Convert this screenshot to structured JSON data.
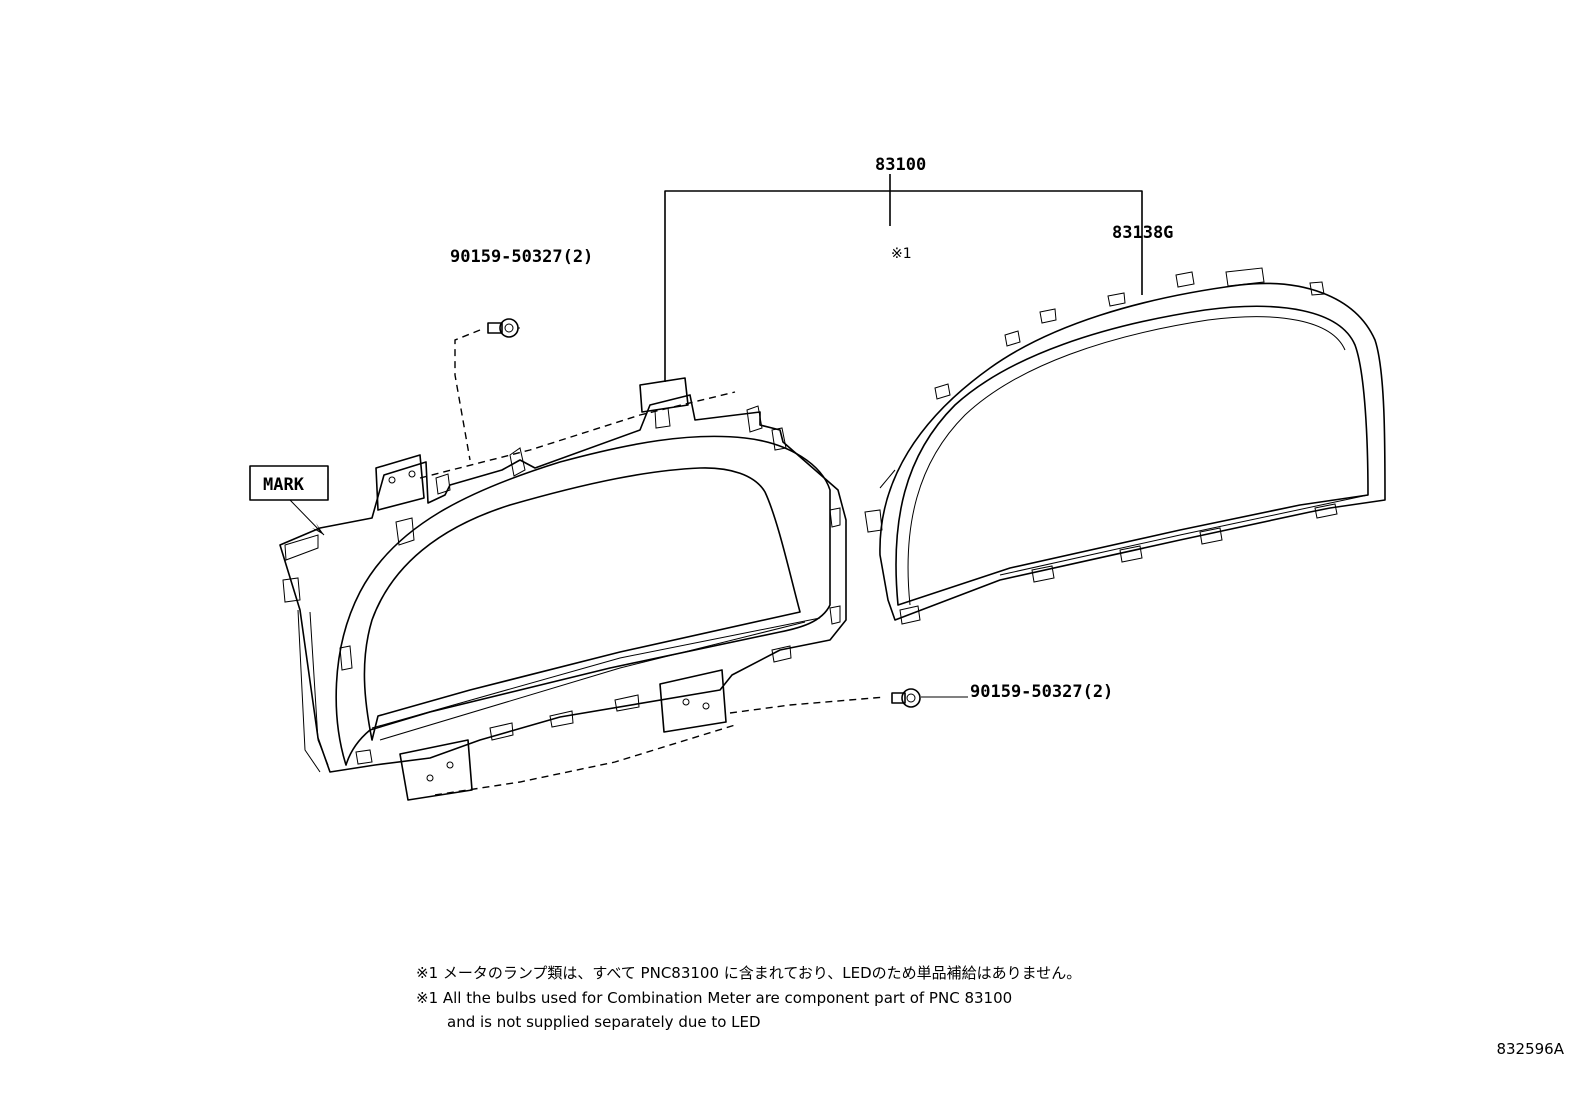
{
  "labels": {
    "assembly": "83100",
    "note_ref": "※1",
    "lens": "83138G",
    "screw_top": "90159-50327(2)",
    "screw_right": "90159-50327(2)",
    "mark": "MARK"
  },
  "notes": {
    "jp": "※1 メータのランプ類は、すべて PNC83100 に含まれており、LEDのため単品補給はありません。",
    "en_line1": "※1 All the bulbs used for Combination Meter are component part of PNC 83100",
    "en_line2": "and is not supplied separately due to LED"
  },
  "figure_code": "832596A"
}
